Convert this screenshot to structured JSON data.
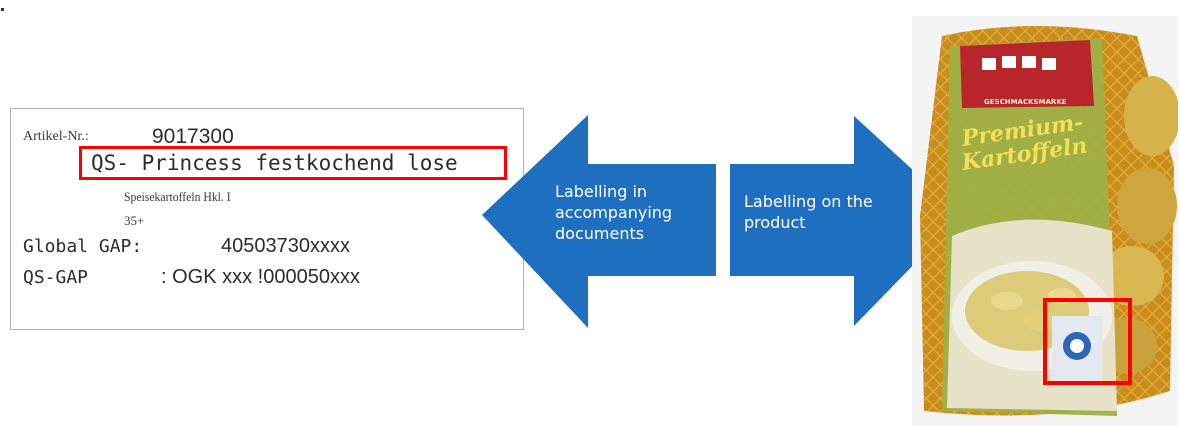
{
  "document": {
    "artikel_label": "Artikel-Nr.:",
    "artikel_value": "9017300",
    "product_name": "QS- Princess festkochend lose",
    "description": "Speisekartoffeln Hkl. I",
    "size": "35+",
    "global_gap_label": "Global GAP:",
    "global_gap_value": "40503730xxxx",
    "qs_gap_label": "QS-GAP",
    "qs_gap_value": ": OGK xxx !000050xxx"
  },
  "arrows": {
    "left_label": "Labelling in accompanying documents",
    "right_label": "Labelling on the product",
    "color": "#1f6fc1"
  },
  "photo": {
    "brand": "GESCHMACKSMARKE",
    "title_line1": "Premium-",
    "title_line2": "Kartoffeln"
  },
  "highlight_color": "#ff0000"
}
